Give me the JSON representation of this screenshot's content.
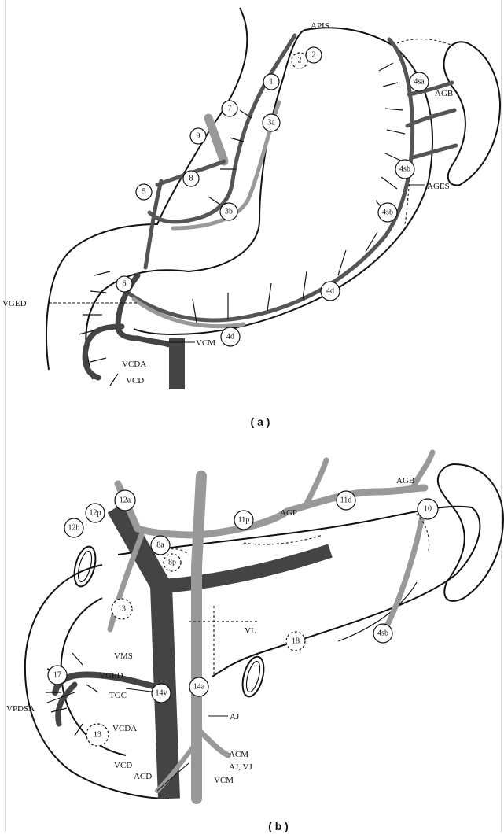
{
  "panel_a": {
    "caption": "( a )",
    "labels": {
      "apis": "APIS",
      "agb": "AGB",
      "ages": "AGES",
      "vged": "VGED",
      "vcm": "VCM",
      "vcda": "VCDA",
      "vcd": "VCD"
    },
    "nodes": {
      "n2": "2",
      "n2d": "2",
      "n1": "1",
      "n7": "7",
      "n3a": "3a",
      "n9": "9",
      "n8": "8",
      "n5": "5",
      "n3b": "3b",
      "n4sa": "4sa",
      "n4sb1": "4sb",
      "n4sb2": "4sb",
      "n6": "6",
      "n4d1": "4d",
      "n4d2": "4d"
    }
  },
  "panel_b": {
    "caption": "( b )",
    "labels": {
      "agb": "AGB",
      "agp": "AGP",
      "vl": "VL",
      "vms": "VMS",
      "vged": "VGED",
      "tgc": "TGC",
      "vpdsa": "VPDSA",
      "vcda": "VCDA",
      "vcd": "VCD",
      "acd": "ACD",
      "vcm": "VCM",
      "acm": "ACM",
      "aj": "AJ",
      "ajvj": "AJ, VJ"
    },
    "nodes": {
      "n12a": "12a",
      "n12p": "12p",
      "n12b": "12b",
      "n8a": "8a",
      "n8p": "8p",
      "n11p": "11p",
      "n11d": "11d",
      "n10": "10",
      "n13a": "13",
      "n18": "18",
      "n4sb": "4sb",
      "n17": "17",
      "n14v": "14v",
      "n14a": "14a",
      "n13b": "13"
    }
  }
}
